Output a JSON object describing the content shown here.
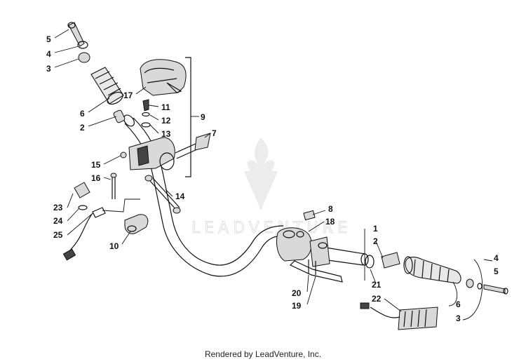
{
  "watermark": {
    "brand": "LEADVENTURE",
    "logo_icon": "flame-v-logo-icon"
  },
  "footer": {
    "credit": "Rendered by LeadVenture, Inc."
  },
  "callouts": {
    "left_5": "5",
    "left_4": "4",
    "left_3": "3",
    "left_6": "6",
    "left_2": "2",
    "n17": "17",
    "n11": "11",
    "n12": "12",
    "n13": "13",
    "n9": "9",
    "n7": "7",
    "n15": "15",
    "n16": "16",
    "n14": "14",
    "n23": "23",
    "n24": "24",
    "n25": "25",
    "n10": "10",
    "n8": "8",
    "n18": "18",
    "right_1": "1",
    "right_2": "2",
    "n21": "21",
    "n20": "20",
    "n19": "19",
    "n22": "22",
    "right_6": "6",
    "right_3": "3",
    "right_4": "4",
    "right_5": "5"
  }
}
